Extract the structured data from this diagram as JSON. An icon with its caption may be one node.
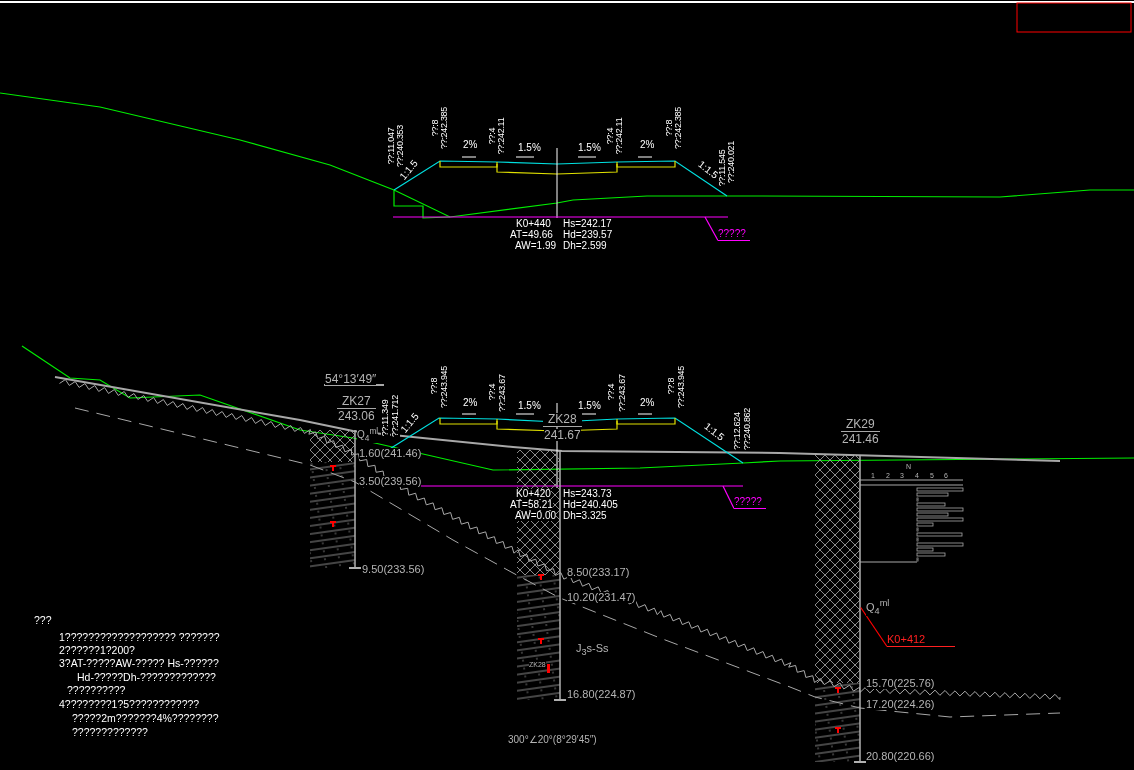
{
  "diagram": {
    "nodes": [
      {
        "text": [
          "?????"
        ]
      },
      {
        "text": [],
        "shape": "bar",
        "beside": [
          "ZK27",
          "243.06",
          "1.60(241.46)",
          "3.50(239.56)",
          "9.50(233.56)"
        ]
      },
      {
        "text": [],
        "shape": "bar",
        "beside": [
          "ZK28",
          "241.67",
          "8.50(233.17)",
          "10.20(231.47)",
          "16.80(224.87)"
        ]
      },
      {
        "text": [],
        "shape": "bar",
        "beside": [
          "ZK29",
          "241.46",
          "15.70(225.76)",
          "17.20(224.26)",
          "20.80(220.66)"
        ]
      },
      {
        "text": [
          "?????"
        ]
      },
      {
        "text": [
          "K0+412"
        ]
      }
    ],
    "edges": [
      {
        "from": 0,
        "to": null,
        "arrow": "none"
      },
      {
        "from": 4,
        "to": null,
        "arrow": "none"
      },
      {
        "from": 5,
        "to": 3,
        "arrow": "none",
        "color": "#ff0000"
      }
    ],
    "labels": [
      "??:11.047",
      "??:240.353",
      "1:1.5",
      "??:8",
      "??:242.385",
      "2%",
      "??:4",
      "??:242.11",
      "1.5%",
      "1.5%",
      "??:4",
      "??:242.11",
      "2%",
      "??:8",
      "??:242.385",
      "1:1.5",
      "??:11.545",
      "??:240.021",
      "K0+440",
      "Hs=242.17",
      "AT=49.66",
      "Hd=239.57",
      "AW=1.99",
      "Dh=2.599",
      "54°13′49″",
      "Q$_{4}$$^{ml}$",
      "??:11.349",
      "??:241.712",
      "1:1.5",
      "??:8",
      "??:243.945",
      "2%",
      "??:4",
      "??:243.67",
      "1.5%",
      "1.5%",
      "??:4",
      "??:243.67",
      "2%",
      "??:8",
      "??:243.945",
      "1:1.5",
      "??:12.624",
      "??:240.862",
      "N",
      "1",
      "2",
      "3",
      "4",
      "5",
      "6",
      "K0+420",
      "Hs=243.73",
      "AT=58.21",
      "Hd=240.405",
      "AW=0.00",
      "Dh=3.325",
      "Q$_{4}$$^{ml}$",
      "J$_{3}$s-Ss",
      "ZK28",
      "300°∠20°(8°29′45″)",
      "???",
      "1??????????????????? ???????",
      "2??????1?200?",
      "3?AT-?????AW-????? Hs-??????",
      "Hd-?????Dh-?????????????",
      "??????????",
      "4????????1?5????????????",
      "?????2m???????4%????????",
      "?????????????"
    ]
  }
}
